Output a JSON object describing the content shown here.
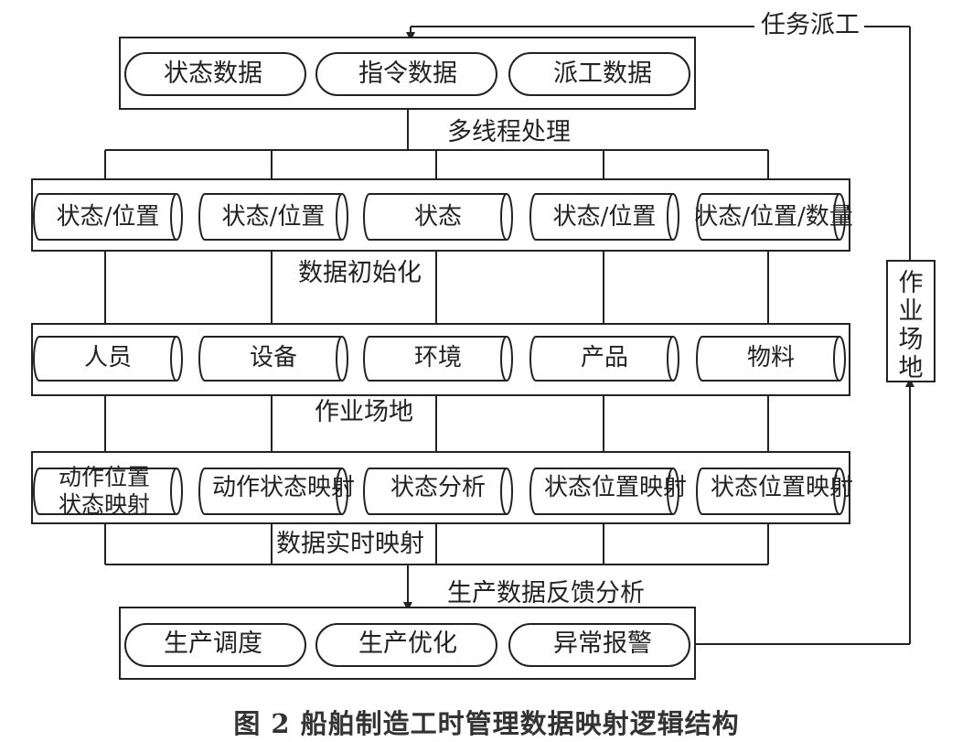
{
  "top_input": "任务派工",
  "groups": {
    "data_sources": [
      "状态数据",
      "指令数据",
      "派工数据"
    ],
    "capture": [
      "状态/位置",
      "状态/位置",
      "状态",
      "状态/位置",
      "状态/位置/数量"
    ],
    "entities": [
      "人员",
      "设备",
      "环境",
      "产品",
      "物料"
    ],
    "mapping": [
      "动作位置状态映射",
      "动作状态映射",
      "状态分析",
      "状态位置映射",
      "状态位置映射"
    ],
    "outputs": [
      "生产调度",
      "生产优化",
      "异常报警"
    ]
  },
  "labels": {
    "multithread": "多线程处理",
    "init": "数据初始化",
    "workplace": "作业场地",
    "realtime": "数据实时映射",
    "feedback": "生产数据反馈分析"
  },
  "side_box": "作业场地",
  "caption": "图 2    船舶制造工时管理数据映射逻辑结构"
}
